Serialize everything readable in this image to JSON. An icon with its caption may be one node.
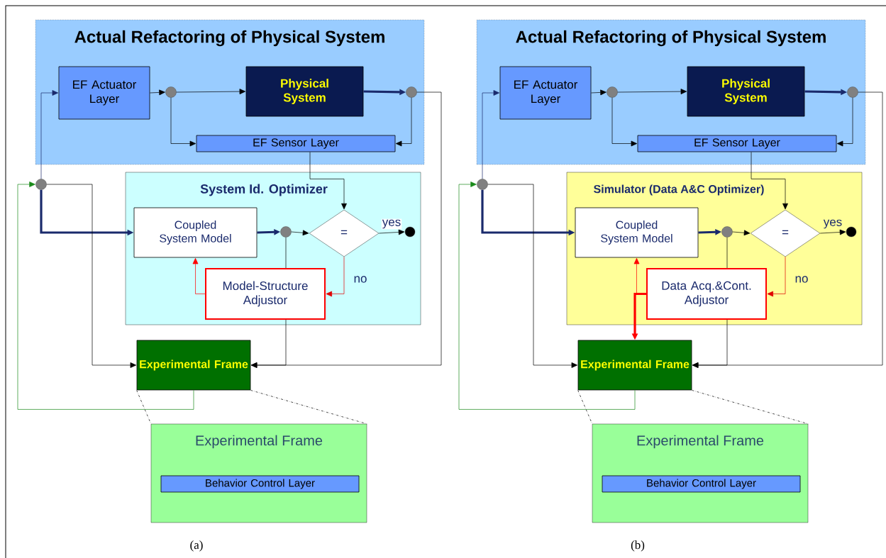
{
  "diagram": {
    "nodes": [
      {
        "text": [
          "Actual Refactoring of Physical System"
        ]
      },
      {
        "text": [
          "EF Actuator Layer"
        ],
        "in": 0
      },
      {
        "text": [],
        "shape": "circle",
        "in": 0
      },
      {
        "text": [
          "Physical System"
        ],
        "in": 0
      },
      {
        "text": [],
        "shape": "circle",
        "in": 0
      },
      {
        "text": [
          "EF Sensor Layer"
        ],
        "in": 0
      },
      {
        "text": [],
        "shape": "circle"
      },
      {
        "text": [
          "System Id. Optimizer"
        ]
      },
      {
        "text": [
          "Coupled System Model"
        ],
        "in": 7
      },
      {
        "text": [],
        "shape": "circle",
        "in": 7
      },
      {
        "text": [
          "="
        ],
        "in": 7
      },
      {
        "text": [],
        "shape": "circle",
        "in": 7
      },
      {
        "text": [
          "Model-Structure Adjustor"
        ],
        "in": 7
      },
      {
        "text": [
          "Experimental Frame"
        ]
      },
      {
        "text": [
          "Experimental Frame"
        ]
      },
      {
        "text": [
          "Behavior Control Layer"
        ],
        "in": 14
      },
      {
        "text": [
          "Actual Refactoring of Physical System"
        ]
      },
      {
        "text": [
          "EF Actuator Layer"
        ],
        "in": 16
      },
      {
        "text": [],
        "shape": "circle",
        "in": 16
      },
      {
        "text": [
          "Physical System"
        ],
        "in": 16
      },
      {
        "text": [],
        "shape": "circle",
        "in": 16
      },
      {
        "text": [
          "EF Sensor Layer"
        ],
        "in": 16
      },
      {
        "text": [],
        "shape": "circle"
      },
      {
        "text": [
          "Simulator (Data A&C Optimizer)"
        ]
      },
      {
        "text": [
          "Coupled System Model"
        ],
        "in": 23
      },
      {
        "text": [],
        "shape": "circle",
        "in": 23
      },
      {
        "text": [
          "="
        ],
        "in": 23
      },
      {
        "text": [],
        "shape": "circle",
        "in": 23
      },
      {
        "text": [
          "Data Acq.&Cont. Adjustor"
        ],
        "in": 23
      },
      {
        "text": [
          "Experimental Frame"
        ]
      },
      {
        "text": [
          "Experimental Frame"
        ]
      },
      {
        "text": [
          "Behavior Control Layer"
        ],
        "in": 30
      }
    ],
    "edges": [
      {
        "from": 6,
        "to": 1,
        "arrow": "to",
        "color": "#1a2a6c"
      },
      {
        "from": 1,
        "to": 2,
        "arrow": "to"
      },
      {
        "from": 2,
        "to": 3,
        "arrow": "to"
      },
      {
        "from": 3,
        "to": 4,
        "arrow": "to",
        "style": "thick",
        "color": "#1a2a6c"
      },
      {
        "from": 2,
        "to": 5,
        "arrow": "to"
      },
      {
        "from": 4,
        "to": 5,
        "arrow": "to"
      },
      {
        "from": 5,
        "to": 10,
        "arrow": "to"
      },
      {
        "from": 6,
        "to": 8,
        "arrow": "to",
        "style": "thick",
        "color": "#1a2a6c"
      },
      {
        "from": 6,
        "to": 13,
        "arrow": "to"
      },
      {
        "from": 8,
        "to": 9,
        "arrow": "to",
        "style": "thick",
        "color": "#1a2a6c"
      },
      {
        "from": 9,
        "to": 10,
        "arrow": "to"
      },
      {
        "from": 10,
        "to": 11,
        "arrow": "to",
        "label": "yes"
      },
      {
        "from": 10,
        "to": 12,
        "arrow": "to",
        "label": "no",
        "color": "#e00000"
      },
      {
        "from": 12,
        "to": 8,
        "arrow": "to",
        "color": "#ff0000"
      },
      {
        "from": 9,
        "to": 12,
        "arrow": "none"
      },
      {
        "from": 12,
        "to": 13,
        "arrow": "to"
      },
      {
        "from": 4,
        "to": 13,
        "arrow": "to"
      },
      {
        "from": 13,
        "to": 6,
        "arrow": "to",
        "color": "#1a8a1a"
      },
      {
        "from": 13,
        "to": 14,
        "arrow": "none",
        "style": "dashed"
      },
      {
        "from": 13,
        "to": 14,
        "arrow": "none",
        "style": "dashed"
      },
      {
        "from": 22,
        "to": 17,
        "arrow": "to",
        "color": "#1a2a6c"
      },
      {
        "from": 17,
        "to": 18,
        "arrow": "to"
      },
      {
        "from": 18,
        "to": 19,
        "arrow": "to"
      },
      {
        "from": 19,
        "to": 20,
        "arrow": "to",
        "style": "thick",
        "color": "#1a2a6c"
      },
      {
        "from": 18,
        "to": 21,
        "arrow": "to"
      },
      {
        "from": 20,
        "to": 21,
        "arrow": "to"
      },
      {
        "from": 21,
        "to": 26,
        "arrow": "to"
      },
      {
        "from": 22,
        "to": 24,
        "arrow": "to",
        "style": "thick",
        "color": "#1a2a6c"
      },
      {
        "from": 22,
        "to": 29,
        "arrow": "to"
      },
      {
        "from": 24,
        "to": 25,
        "arrow": "to",
        "style": "thick",
        "color": "#1a2a6c"
      },
      {
        "from": 25,
        "to": 26,
        "arrow": "to"
      },
      {
        "from": 26,
        "to": 27,
        "arrow": "to",
        "label": "yes"
      },
      {
        "from": 26,
        "to": 28,
        "arrow": "to",
        "label": "no",
        "color": "#e00000"
      },
      {
        "from": 28,
        "to": 24,
        "arrow": "to",
        "color": "#ff0000"
      },
      {
        "from": 25,
        "to": 28,
        "arrow": "none"
      },
      {
        "from": 28,
        "to": 29,
        "arrow": "to"
      },
      {
        "from": 20,
        "to": 29,
        "arrow": "to"
      },
      {
        "from": 29,
        "to": 22,
        "arrow": "to",
        "color": "#1a8a1a"
      },
      {
        "from": 29,
        "to": 30,
        "arrow": "none",
        "style": "dashed"
      },
      {
        "from": 29,
        "to": 30,
        "arrow": "none",
        "style": "dashed"
      },
      {
        "from": 28,
        "to": 29,
        "arrow": "to",
        "style": "thick",
        "color": "#ff0000"
      }
    ],
    "labels": [
      "(a)",
      "(b)"
    ]
  }
}
